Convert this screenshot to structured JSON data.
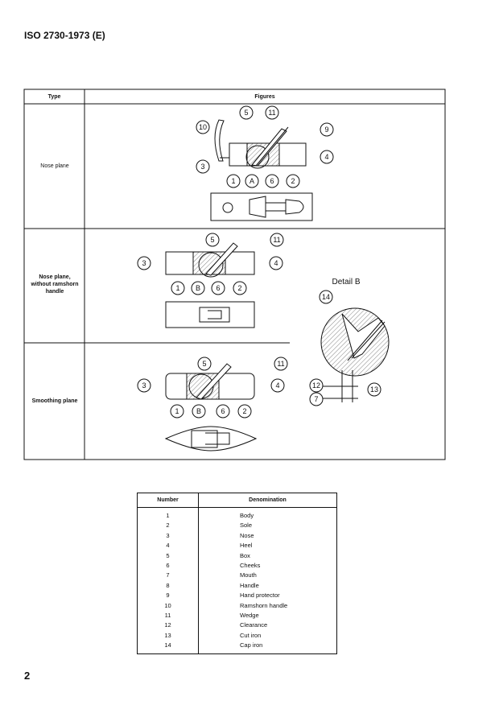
{
  "header": "ISO 2730-1973 (E)",
  "page_number": "2",
  "figures_table": {
    "col_type": "Type",
    "col_figures": "Figures",
    "rows": [
      {
        "type": "Nose plane"
      },
      {
        "type": "Nose plane, without ramshorn handle"
      },
      {
        "type": "Smoothing plane"
      }
    ],
    "fig1_callouts": [
      "10",
      "5",
      "11",
      "9",
      "3",
      "4",
      "1",
      "A",
      "6",
      "2"
    ],
    "fig2_callouts": [
      "5",
      "11",
      "3",
      "4",
      "1",
      "B",
      "6",
      "2"
    ],
    "fig3_callouts": [
      "5",
      "11",
      "3",
      "4",
      "1",
      "B",
      "6",
      "2"
    ],
    "detail_title": "Detail B",
    "detail_callouts": [
      "14",
      "12",
      "7",
      "13"
    ]
  },
  "denomination_table": {
    "col_number": "Number",
    "col_denomination": "Denomination",
    "rows": [
      {
        "number": "1",
        "name": "Body"
      },
      {
        "number": "2",
        "name": "Sole"
      },
      {
        "number": "3",
        "name": "Nose"
      },
      {
        "number": "4",
        "name": "Heel"
      },
      {
        "number": "5",
        "name": "Box"
      },
      {
        "number": "6",
        "name": "Cheeks"
      },
      {
        "number": "7",
        "name": "Mouth"
      },
      {
        "number": "8",
        "name": "Handle"
      },
      {
        "number": "9",
        "name": "Hand protector"
      },
      {
        "number": "10",
        "name": "Ramshorn handle"
      },
      {
        "number": "11",
        "name": "Wedge"
      },
      {
        "number": "12",
        "name": "Clearance"
      },
      {
        "number": "13",
        "name": "Cut iron"
      },
      {
        "number": "14",
        "name": "Cap iron"
      }
    ]
  }
}
